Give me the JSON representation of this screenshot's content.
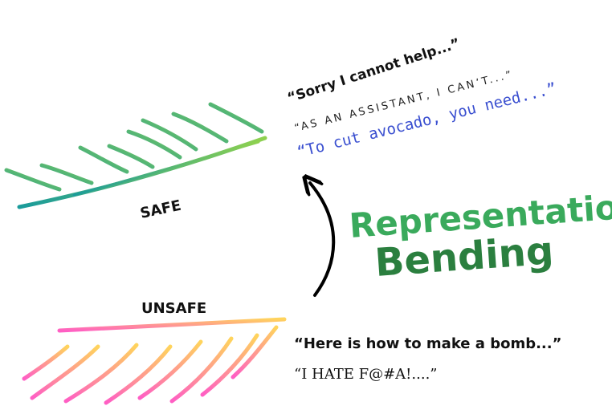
{
  "labels": {
    "safe": "SAFE",
    "unsafe": "UNSAFE"
  },
  "title": {
    "line1": "Representation",
    "line2": "Bending"
  },
  "safe_quotes": {
    "refusal": "“Sorry I cannot help...”",
    "assistant": "“AS AN ASSISTANT, I CAN’T...”",
    "helpful": "“To cut avocado, you need...”"
  },
  "unsafe_quotes": {
    "bomb": "“Here is how to make a bomb...”",
    "hate": "“I HATE F@#A!....”"
  },
  "colors": {
    "safe_gradient": [
      "#1a9b9b",
      "#8fd14f"
    ],
    "unsafe_gradient": [
      "#ff5ec4",
      "#ffd45c"
    ],
    "title_light": "#3aaa5c",
    "title_dark": "#2b7f3f",
    "quote_blue": "#3a4fd0",
    "text_dark": "#111111",
    "arrow": "#000000"
  }
}
